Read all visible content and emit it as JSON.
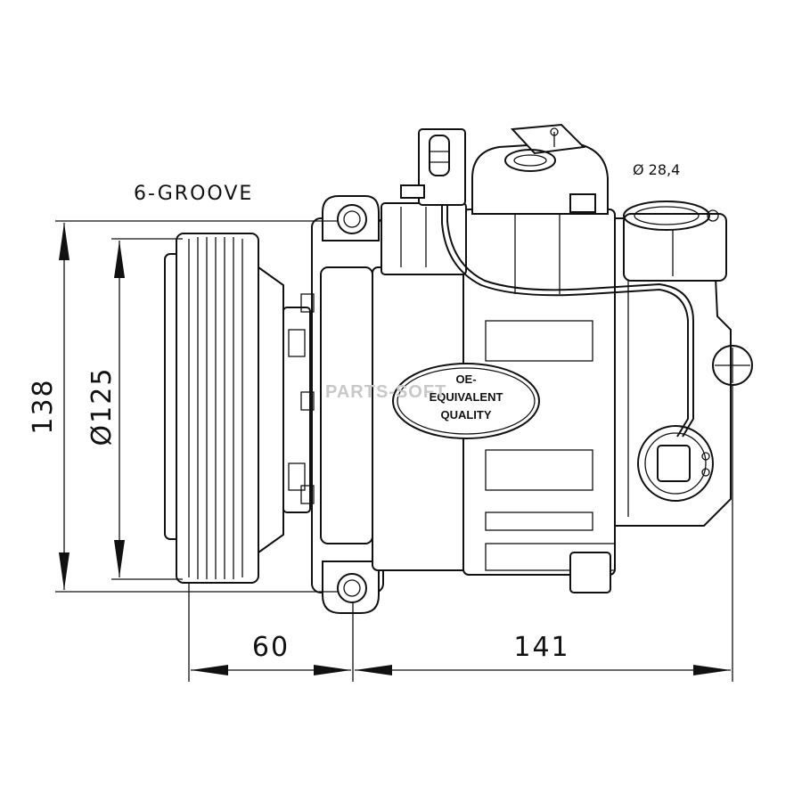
{
  "dimensions": {
    "height_overall": "138",
    "pulley_diameter": "Ø125",
    "pulley_width": "60",
    "body_length": "141",
    "port_diameter": "Ø 28,4"
  },
  "annotations": {
    "groove_label": "6-GROOVE"
  },
  "badge": {
    "line1": "OE-",
    "line2": "EQUIVALENT",
    "line3": "QUALITY"
  },
  "watermark": {
    "text": "PARTS-SOFT"
  },
  "colors": {
    "line": "#111111",
    "background": "#ffffff",
    "watermark": "#c8c8c8"
  }
}
